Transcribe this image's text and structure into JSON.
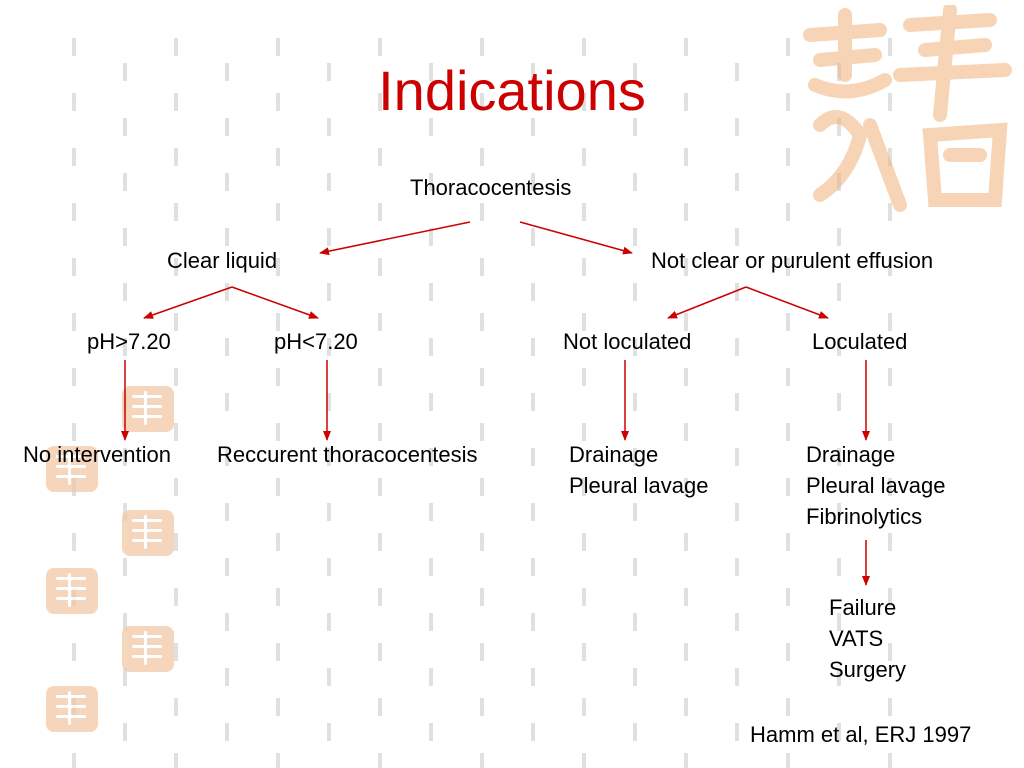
{
  "title": "Indications",
  "nodes": {
    "thoracocentesis": "Thoracocentesis",
    "clear_liquid": "Clear liquid",
    "not_clear": "Not clear or purulent effusion",
    "ph_high": "pH>7.20",
    "ph_low": "pH<7.20",
    "not_loculated": "Not loculated",
    "loculated": "Loculated",
    "no_intervention": "No intervention",
    "recurrent": "Reccurent thoracocentesis",
    "not_loculated_outcome": [
      "Drainage",
      "Pleural lavage"
    ],
    "loculated_outcome": [
      "Drainage",
      "Pleural lavage",
      "Fibrinolytics"
    ],
    "failure_outcome": [
      "Failure",
      "VATS",
      "Surgery"
    ]
  },
  "citation": "Hamm et al, ERJ 1997",
  "colors": {
    "title": "#cc0000",
    "arrow": "#cc0000",
    "background_pattern": "#e0e0e0",
    "seal": "#f2c9a6"
  }
}
